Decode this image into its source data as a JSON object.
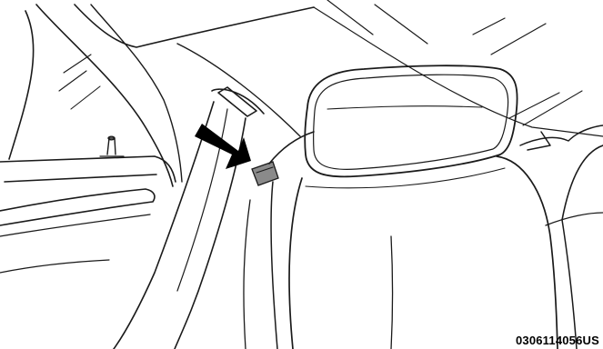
{
  "figure": {
    "code": "0306114056US",
    "colors": {
      "background": "#ffffff",
      "linework": "#1a1a1a",
      "arrow": "#000000",
      "belt_clip": "#8a8a8a"
    },
    "icons": [
      "rear-window",
      "door-lock-post",
      "seat-belt-guide-loop",
      "direction-arrow",
      "seat-belt-clip",
      "rear-headrest"
    ]
  }
}
